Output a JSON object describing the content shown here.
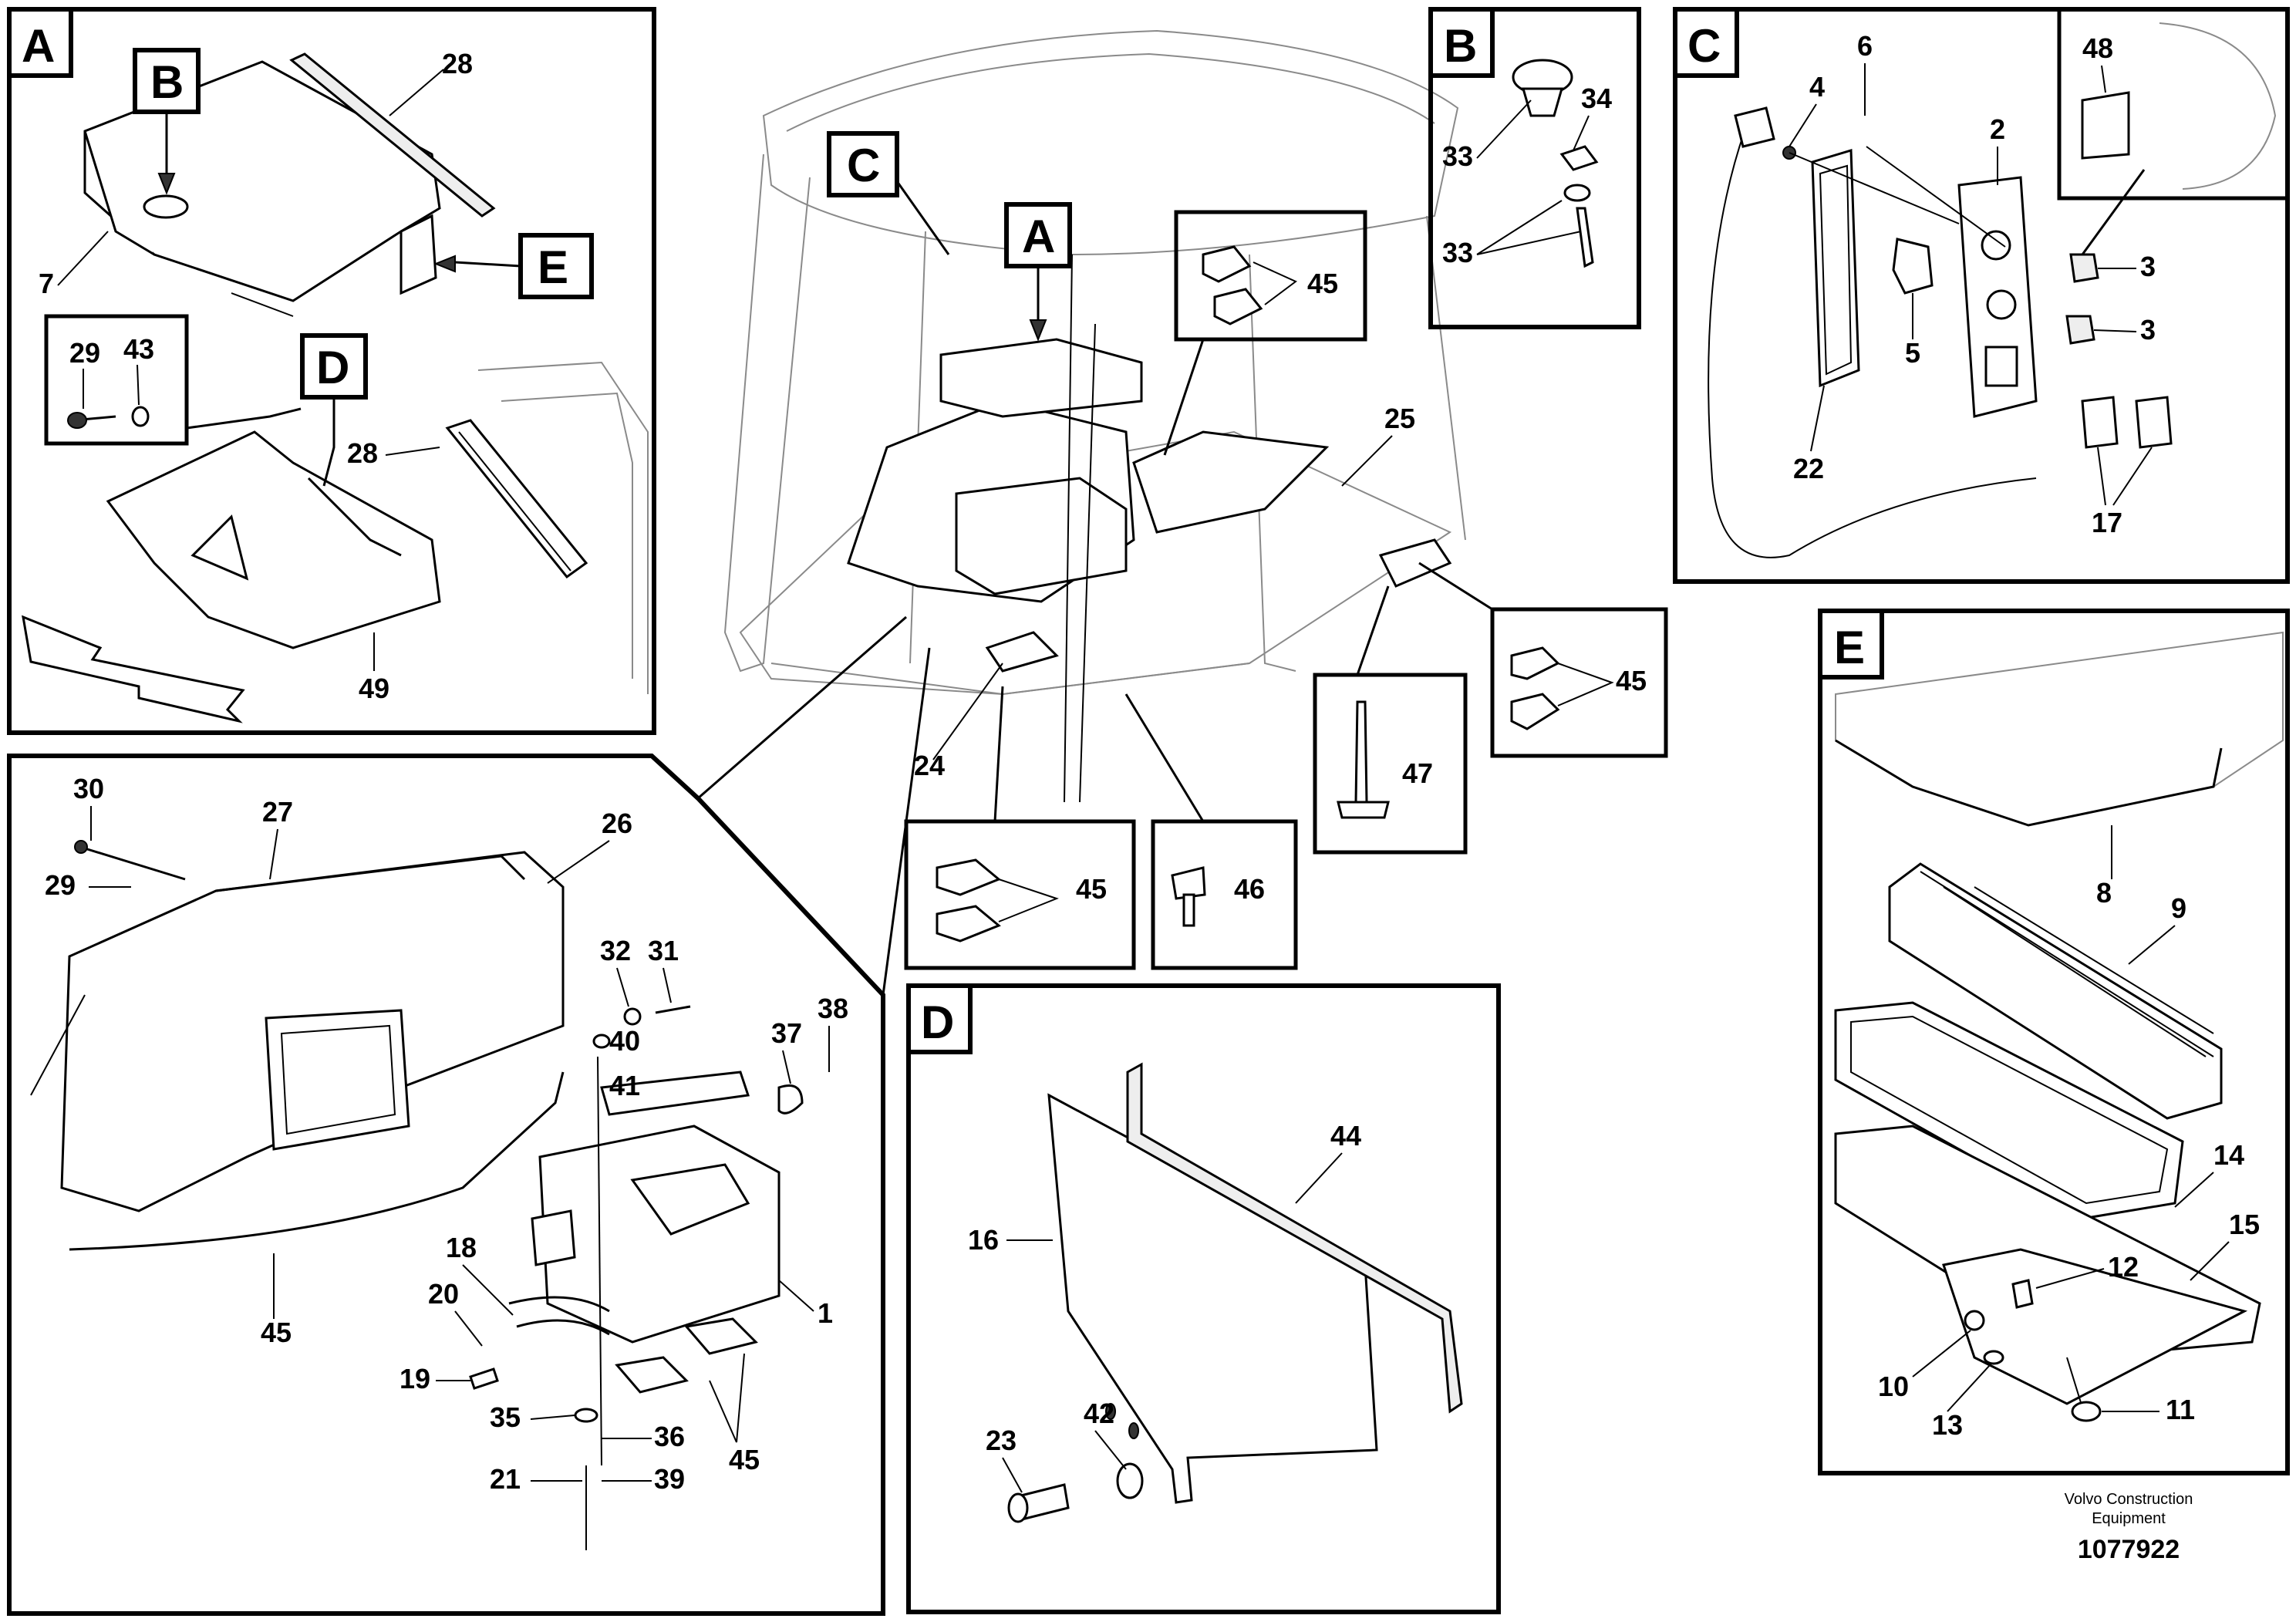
{
  "panels": {
    "a": "A",
    "b": "B",
    "c": "C",
    "d": "D",
    "e": "E"
  },
  "callouts": {
    "main": {
      "c": "C",
      "a": "A"
    },
    "panel_a": {
      "b": "B",
      "d": "D",
      "e": "E"
    }
  },
  "part_numbers": {
    "panel_a": [
      "28",
      "7",
      "29",
      "43",
      "28",
      "49"
    ],
    "panel_b": [
      "34",
      "33",
      "33"
    ],
    "panel_c": [
      "6",
      "48",
      "4",
      "2",
      "3",
      "3",
      "5",
      "22",
      "17"
    ],
    "main": [
      "45",
      "25",
      "45",
      "24",
      "47",
      "45",
      "46"
    ],
    "detail_left": [
      "30",
      "27",
      "26",
      "29",
      "32",
      "31",
      "38",
      "37",
      "40",
      "41",
      "18",
      "1",
      "20",
      "19",
      "35",
      "36",
      "45",
      "21",
      "39",
      "45"
    ],
    "panel_d": [
      "44",
      "16",
      "42",
      "23"
    ],
    "panel_e": [
      "8",
      "9",
      "14",
      "15",
      "12",
      "10",
      "13",
      "11"
    ]
  },
  "footer": {
    "company_line1": "Volvo Construction",
    "company_line2": "Equipment",
    "drawing_number": "1077922"
  }
}
